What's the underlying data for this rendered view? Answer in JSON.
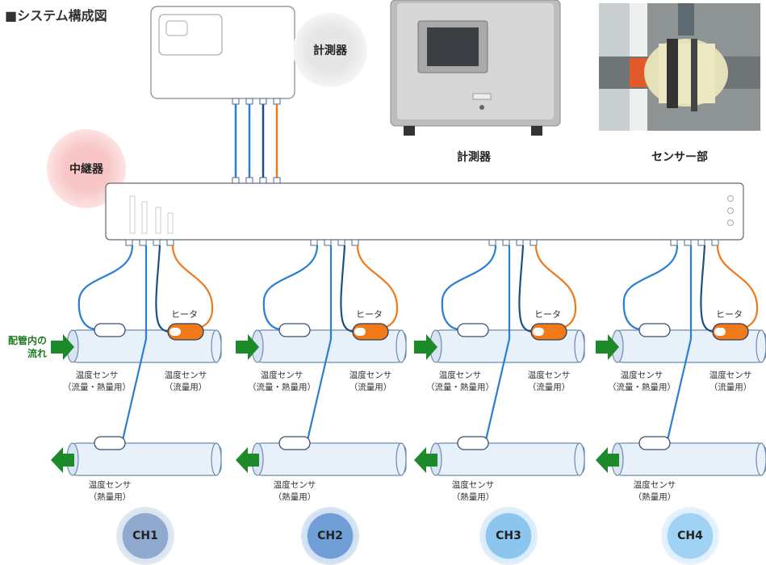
{
  "title": "■システム構成図",
  "instrument_bubble": "計測器",
  "relay_bubble": "中継器",
  "photos": {
    "instrument_caption": "計測器",
    "sensor_caption": "センサー部"
  },
  "flow_label_line1": "配管内の",
  "flow_label_line2": "流れ",
  "channels": [
    {
      "label": "CH1",
      "heater": "ヒータ",
      "sensor_a_line1": "温度センサ",
      "sensor_a_line2": "（流量・熱量用）",
      "sensor_b_line1": "温度センサ",
      "sensor_b_line2": "（流量用）",
      "sensor_c_line1": "温度センサ",
      "sensor_c_line2": "（熱量用）"
    },
    {
      "label": "CH2",
      "heater": "ヒータ",
      "sensor_a_line1": "温度センサ",
      "sensor_a_line2": "（流量・熱量用）",
      "sensor_b_line1": "温度センサ",
      "sensor_b_line2": "（流量用）",
      "sensor_c_line1": "温度センサ",
      "sensor_c_line2": "（熱量用）"
    },
    {
      "label": "CH3",
      "heater": "ヒータ",
      "sensor_a_line1": "温度センサ",
      "sensor_a_line2": "（流量・熱量用）",
      "sensor_b_line1": "温度センサ",
      "sensor_b_line2": "（流量用）",
      "sensor_c_line1": "温度センサ",
      "sensor_c_line2": "（熱量用）"
    },
    {
      "label": "CH4",
      "heater": "ヒータ",
      "sensor_a_line1": "温度センサ",
      "sensor_a_line2": "（流量・熱量用）",
      "sensor_b_line1": "温度センサ",
      "sensor_b_line2": "（流量用）",
      "sensor_c_line1": "温度センサ",
      "sensor_c_line2": "（熱量用）"
    }
  ],
  "colors": {
    "wire_blue": "#2a7fd4",
    "wire_dark": "#1c4f86",
    "wire_orange": "#ee7a1e",
    "pipe_fill": "#e8f0fa",
    "pipe_stroke": "#6b8bb0",
    "heater": "#f07a1a",
    "arrow": "#1d8a2a",
    "ch1": "#8fa9cf",
    "ch2": "#6f9fd6",
    "ch3": "#8cc6ee",
    "ch4": "#9fd2f3"
  }
}
